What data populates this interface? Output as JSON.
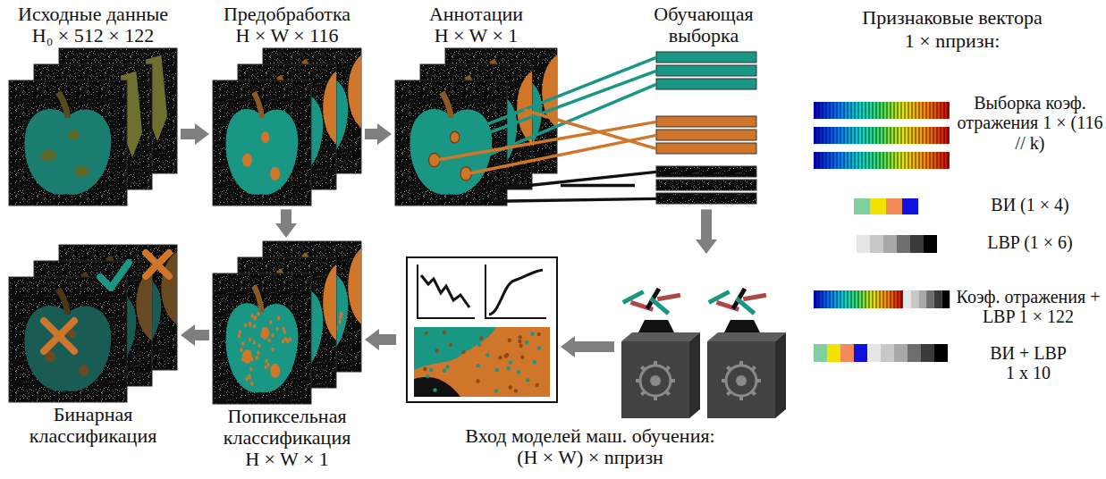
{
  "diagram": {
    "nodes": [
      {
        "text": [
          "Исходные данные",
          "H₀ × 512 × 122"
        ]
      },
      {
        "text": [
          "Предобработка",
          "H × W × 116"
        ]
      },
      {
        "text": [
          "Аннотации",
          "H × W × 1"
        ]
      },
      {
        "text": [
          "Обучающая выборка"
        ]
      },
      {
        "text": [
          "Бинарная классификация"
        ]
      },
      {
        "text": [
          "Попиксельная классификация",
          "H × W × 1"
        ]
      },
      {
        "text": [
          "Вход моделей маш. обучения:",
          "(H × W) × nпризн"
        ]
      }
    ],
    "edges": [
      {
        "from": 0,
        "to": 1,
        "arrow": "to"
      },
      {
        "from": 1,
        "to": 2,
        "arrow": "to"
      },
      {
        "from": 2,
        "to": 3,
        "arrow": "none"
      },
      {
        "from": 3,
        "to": 6,
        "arrow": "to"
      },
      {
        "from": 1,
        "to": 5,
        "arrow": "to"
      },
      {
        "from": 6,
        "to": 5,
        "arrow": "to"
      },
      {
        "from": 5,
        "to": 4,
        "arrow": "to"
      }
    ],
    "labels": [
      "Признаковые вектора",
      "1 × nпризн:"
    ],
    "legend": [
      {
        "text": "Выборка коэф. отражения 1 × (116 // k)"
      },
      {
        "text": "ВИ (1 × 4)"
      },
      {
        "text": "LBP (1 × 6)"
      },
      {
        "text": "Коэф. отражения + LBP 1 × 122"
      },
      {
        "text": "ВИ + LBP 1 x 10"
      }
    ]
  }
}
